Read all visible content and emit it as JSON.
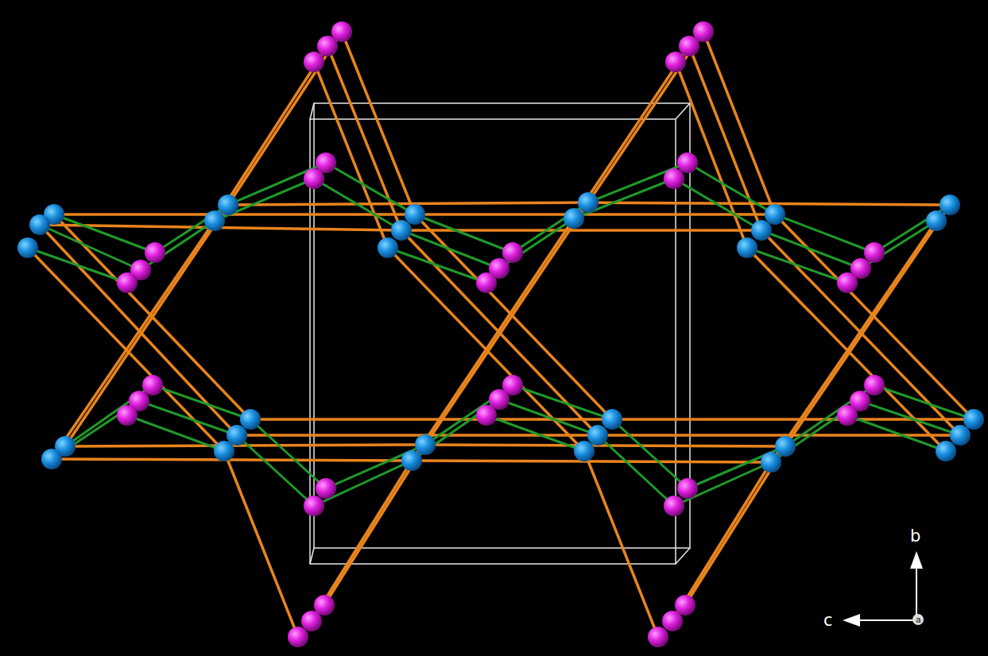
{
  "diagram": {
    "labels": [
      "b",
      "c",
      "a"
    ]
  }
}
